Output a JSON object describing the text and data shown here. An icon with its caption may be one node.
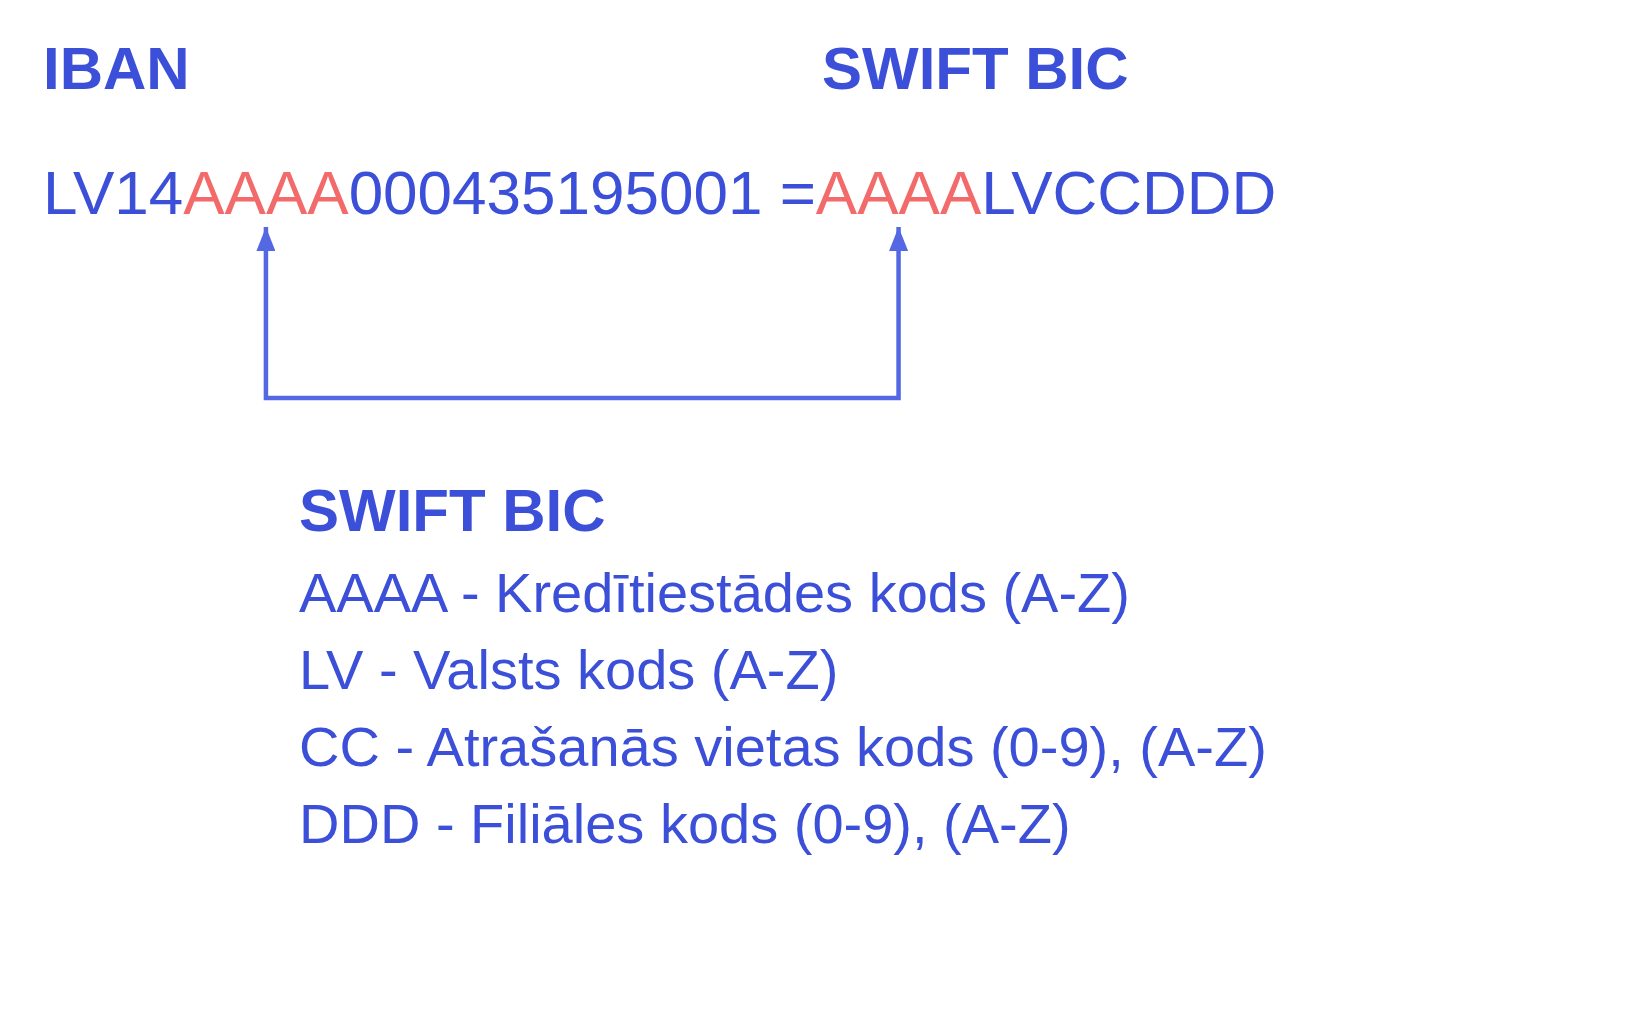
{
  "diagram": {
    "nodes": [
      {
        "text": [
          "AAAA"
        ]
      },
      {
        "text": [
          "AAAA"
        ]
      }
    ],
    "edges": [
      {
        "from": 0,
        "to": 1,
        "arrow": "both"
      }
    ],
    "labels": [
      "IBAN",
      "SWIFT BIC",
      "LV14",
      "000435195001 =",
      "LVCCDDD",
      "SWIFT BIC",
      "AAAA - Kredītiestādes kods (A-Z)",
      "LV - Valsts kods (A-Z)",
      "CC - Atrašanās vietas kods (0-9), (A-Z)",
      "DDD - Filiāles kods (0-9), (A-Z)"
    ]
  }
}
